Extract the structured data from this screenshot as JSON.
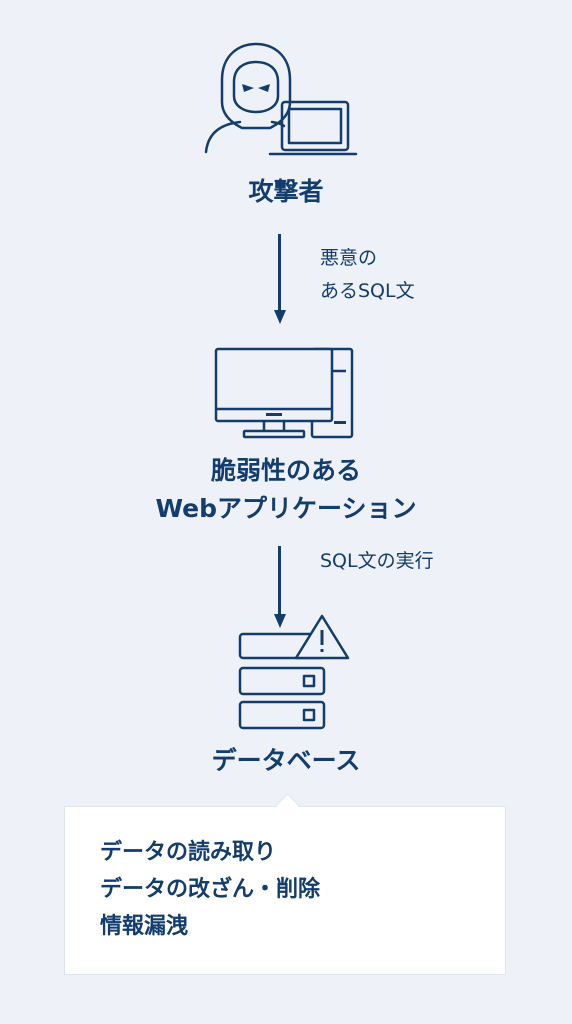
{
  "nodes": {
    "attacker": {
      "label": "攻撃者"
    },
    "webapp": {
      "line1": "脆弱性のある",
      "line2": "Webアプリケーション"
    },
    "database": {
      "label": "データベース"
    }
  },
  "edges": {
    "attacker_to_webapp": {
      "line1": "悪意の",
      "line2": "あるSQL文"
    },
    "webapp_to_database": {
      "label": "SQL文の実行"
    }
  },
  "consequences": [
    "データの読み取り",
    "データの改ざん・削除",
    "情報漏洩"
  ],
  "colors": {
    "primary": "#123d6e",
    "background": "#eef2f8",
    "card": "#ffffff"
  }
}
